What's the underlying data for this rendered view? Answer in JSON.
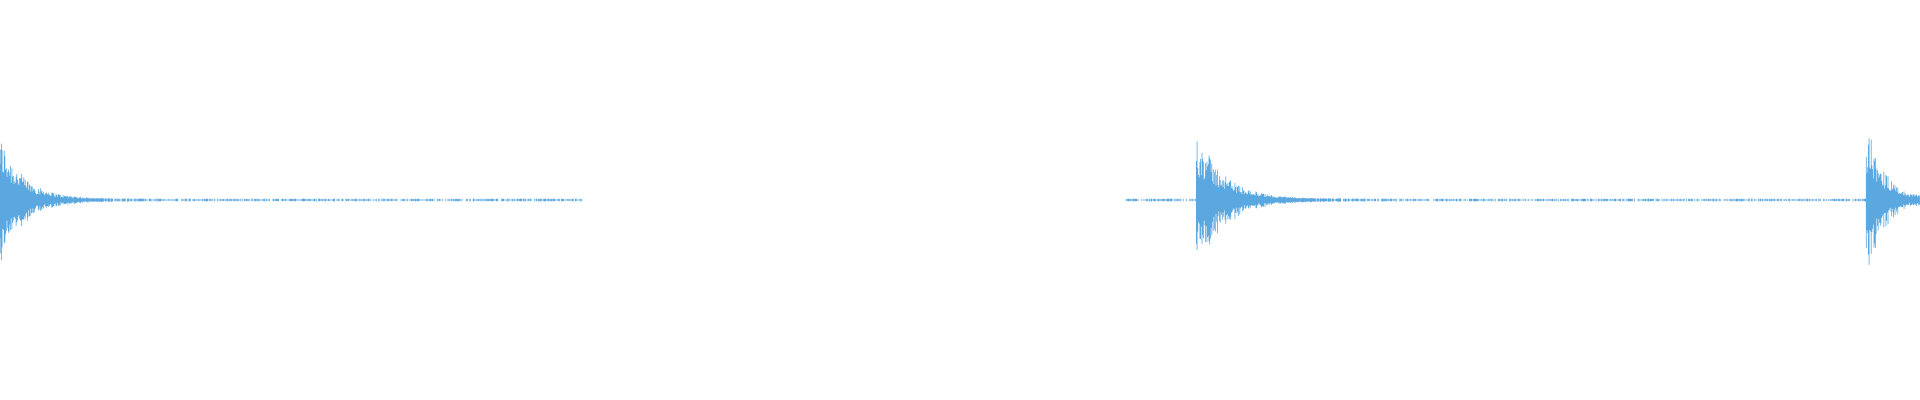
{
  "waveform": {
    "color": "#5ba8e0",
    "segments": [
      {
        "start": 0.0,
        "end": 0.303,
        "bursts": [
          {
            "at": 0.0,
            "strength": 1.0,
            "decay": 0.012
          }
        ]
      },
      {
        "start": 0.586,
        "end": 1.0,
        "bursts": [
          {
            "at": 0.625,
            "strength": 0.95,
            "decay": 0.014
          },
          {
            "at": 0.974,
            "strength": 1.0,
            "decay": 0.009
          }
        ]
      }
    ]
  }
}
